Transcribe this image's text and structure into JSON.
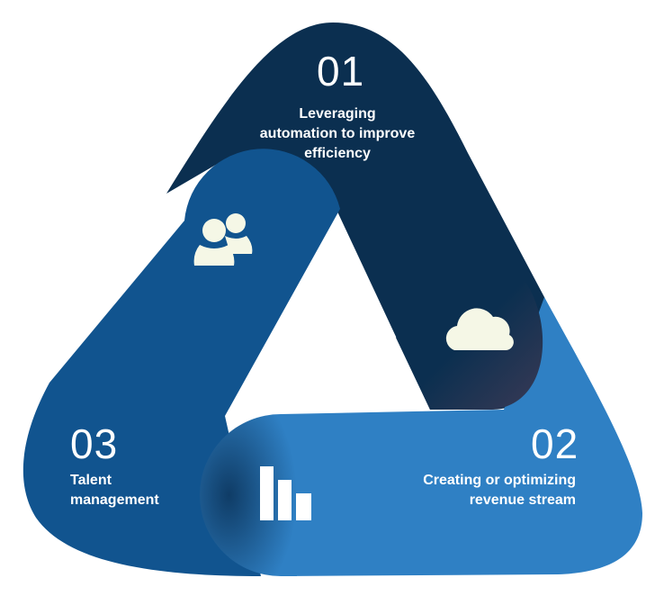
{
  "steps": [
    {
      "number": "01",
      "label_lines": [
        "Leveraging",
        "automation to improve",
        "efficiency"
      ],
      "icon": "cloud-icon"
    },
    {
      "number": "02",
      "label_lines": [
        "Creating or optimizing",
        "revenue stream"
      ],
      "icon": "cloud-icon"
    },
    {
      "number": "03",
      "label_lines": [
        "Talent",
        "management"
      ],
      "icon": "users-icon"
    }
  ],
  "center_icon": "bar-chart-icon",
  "colors": {
    "dark": "#0b2f50",
    "medium": "#11548f",
    "light": "#2f80c4",
    "icon": "#f5f7e6"
  }
}
